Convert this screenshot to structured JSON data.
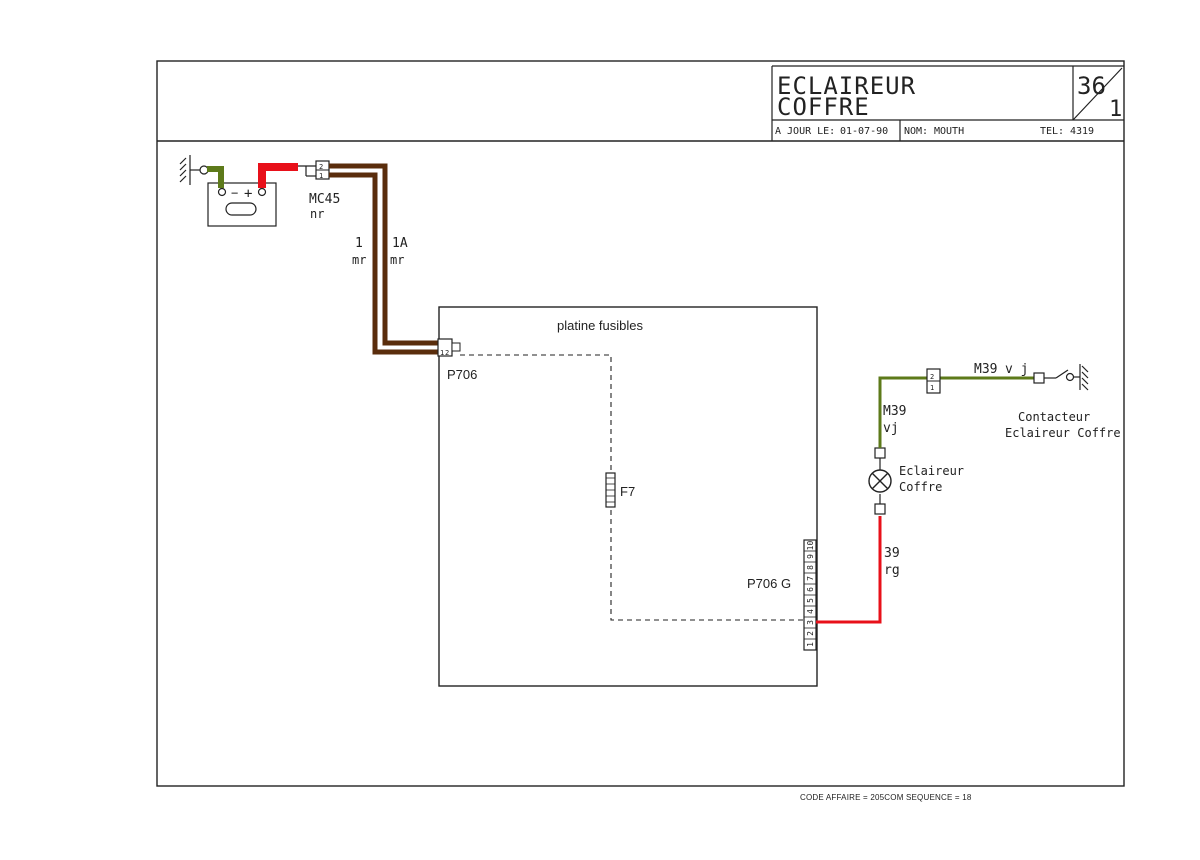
{
  "title_block": {
    "title_line1": "ECLAIREUR",
    "title_line2": "COFFRE",
    "sheet_number": "36",
    "sheet_sub": "1",
    "date_label": "A JOUR LE:",
    "date_value": "01-07-90",
    "name_label": "NOM:",
    "name_value": "MOUTH",
    "tel_label": "TEL:",
    "tel_value": "4319"
  },
  "battery": {
    "minus": "−",
    "plus": "+"
  },
  "connector_mc45": {
    "name": "MC45",
    "color_code": "nr",
    "pins": [
      "1",
      "2"
    ]
  },
  "wires": {
    "wire1": {
      "id": "1",
      "color": "mr"
    },
    "wire1a": {
      "id": "1A",
      "color": "mr"
    },
    "wire39": {
      "id": "39",
      "color": "rg"
    },
    "wire_m39_top": {
      "id": "M39",
      "color": "v j"
    },
    "wire_m39_vert": {
      "id": "M39",
      "color": "vj"
    }
  },
  "fuse_board": {
    "label": "platine fusibles",
    "connector_left": "P706",
    "connector_left_pins": [
      "1",
      "2"
    ],
    "fuse": "F7",
    "connector_right": "P706 G",
    "connector_right_pins": [
      "1",
      "2",
      "3",
      "4",
      "5",
      "6",
      "7",
      "8",
      "9",
      "10"
    ]
  },
  "connector_m39": {
    "pins": [
      "1",
      "2"
    ]
  },
  "lamp": {
    "line1": "Eclaireur",
    "line2": "Coffre"
  },
  "switch": {
    "line1": "Contacteur",
    "line2": "Eclaireur Coffre"
  },
  "footer": "CODE AFFAIRE = 205COM SEQUENCE = 18",
  "colors": {
    "brown": "#5a2d0c",
    "red": "#e8101a",
    "green": "#5d7a1a",
    "line": "#222222"
  }
}
